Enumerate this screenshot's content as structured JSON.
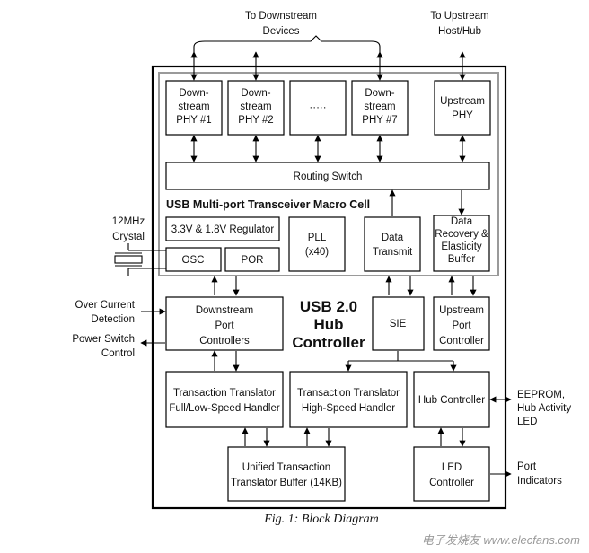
{
  "labels": {
    "to_downstream": [
      "To Downstream",
      "Devices"
    ],
    "to_upstream": [
      "To Upstream",
      "Host/Hub"
    ],
    "crystal": [
      "12MHz",
      "Crystal"
    ],
    "over_current": [
      "Over Current",
      "Detection"
    ],
    "power_switch": [
      "Power Switch",
      "Control"
    ],
    "eeprom": [
      "EEPROM,",
      "Hub Activity",
      "LED"
    ],
    "port_indicators": [
      "Port",
      "Indicators"
    ]
  },
  "blocks": {
    "phy1": [
      "Down-",
      "stream",
      "PHY #1"
    ],
    "phy2": [
      "Down-",
      "stream",
      "PHY #2"
    ],
    "phy_dots": [
      "·····"
    ],
    "phy7": [
      "Down-",
      "stream",
      "PHY #7"
    ],
    "upstream_phy": [
      "Upstream",
      "PHY"
    ],
    "routing_switch": [
      "Routing Switch"
    ],
    "macro_cell": [
      "USB Multi-port Transceiver Macro Cell"
    ],
    "regulator": [
      "3.3V & 1.8V Regulator"
    ],
    "osc": [
      "OSC"
    ],
    "por": [
      "POR"
    ],
    "pll": [
      "PLL",
      "(x40)"
    ],
    "data_transmit": [
      "Data",
      "Transmit"
    ],
    "data_recovery": [
      "Data",
      "Recovery &",
      "Elasticity",
      "Buffer"
    ],
    "hub_title": [
      "USB 2.0",
      "Hub",
      "Controller"
    ],
    "downstream_ctrl": [
      "Downstream",
      "Port",
      "Controllers"
    ],
    "sie": [
      "SIE"
    ],
    "upstream_ctrl": [
      "Upstream",
      "Port",
      "Controller"
    ],
    "tt_fullspeed": [
      "Transaction Translator",
      "Full/Low-Speed Handler"
    ],
    "tt_highspeed": [
      "Transaction Translator",
      "High-Speed Handler"
    ],
    "hub_controller": [
      "Hub Controller"
    ],
    "tt_buffer": [
      "Unified Transaction",
      "Translator Buffer (14KB)"
    ],
    "led_controller": [
      "LED",
      "Controller"
    ]
  },
  "caption": "Fig. 1: Block Diagram",
  "watermark": "电子发烧友  www.elecfans.com"
}
